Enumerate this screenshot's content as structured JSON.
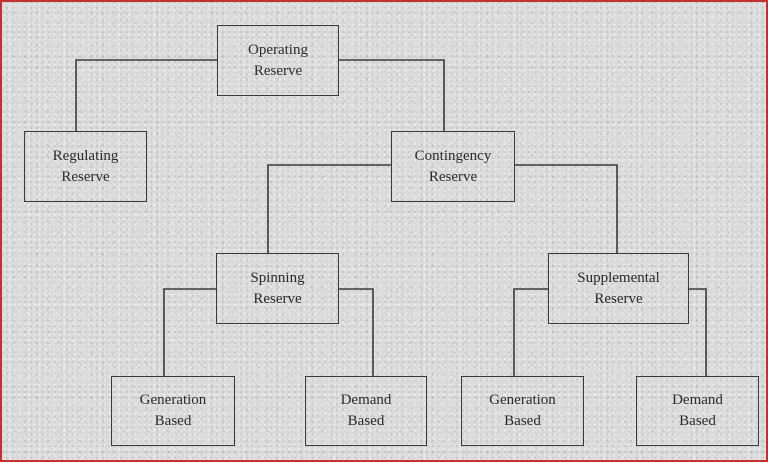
{
  "diagram": {
    "nodes": {
      "operating": {
        "line1": "Operating",
        "line2": "Reserve"
      },
      "regulating": {
        "line1": "Regulating",
        "line2": "Reserve"
      },
      "contingency": {
        "line1": "Contingency",
        "line2": "Reserve"
      },
      "spinning": {
        "line1": "Spinning",
        "line2": "Reserve"
      },
      "supplemental": {
        "line1": "Supplemental",
        "line2": "Reserve"
      },
      "spinning_generation": {
        "line1": "Generation",
        "line2": "Based"
      },
      "spinning_demand": {
        "line1": "Demand",
        "line2": "Based"
      },
      "supplemental_generation": {
        "line1": "Generation",
        "line2": "Based"
      },
      "supplemental_demand": {
        "line1": "Demand",
        "line2": "Based"
      }
    },
    "edges": [
      [
        "operating",
        "regulating"
      ],
      [
        "operating",
        "contingency"
      ],
      [
        "contingency",
        "spinning"
      ],
      [
        "contingency",
        "supplemental"
      ],
      [
        "spinning",
        "spinning_generation"
      ],
      [
        "spinning",
        "spinning_demand"
      ],
      [
        "supplemental",
        "supplemental_generation"
      ],
      [
        "supplemental",
        "supplemental_demand"
      ]
    ]
  },
  "colors": {
    "border": "#c4322f",
    "background": "#dadada",
    "box_line": "#3a3a3a",
    "text": "#2b2b2b"
  }
}
